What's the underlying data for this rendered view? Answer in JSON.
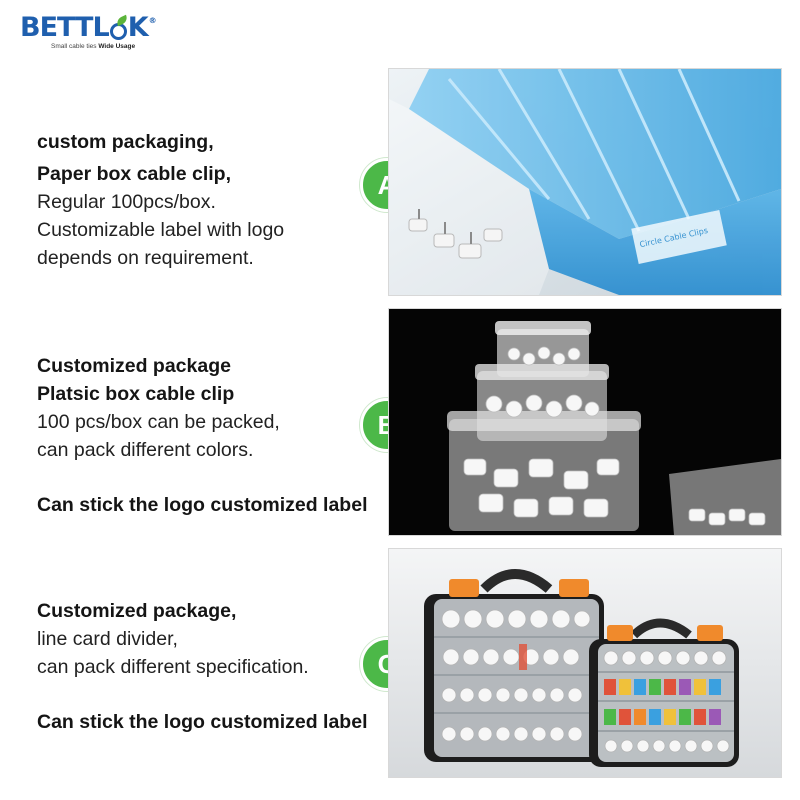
{
  "brand": {
    "name_pre": "BETTL",
    "name_post": "K",
    "registered": "®",
    "tagline_plain": "Small cable ties ",
    "tagline_bold": "Wide Usage"
  },
  "sections": [
    {
      "badge": "A",
      "lines": [
        {
          "text": "custom packaging,",
          "bold": true
        },
        {
          "text": "Paper box cable clip,",
          "bold": true
        },
        {
          "text": "Regular 100pcs/box.",
          "bold": false
        },
        {
          "text": "Customizable label with logo",
          "bold": false
        },
        {
          "text": "depends on requirement.",
          "bold": false
        }
      ],
      "photo_alt": "Stack of blue paper boxes of circle cable clips"
    },
    {
      "badge": "B",
      "lines": [
        {
          "text": "Customized package",
          "bold": true
        },
        {
          "text": "Platsic box cable clip",
          "bold": true
        },
        {
          "text": "100 pcs/box can be packed,",
          "bold": false
        },
        {
          "text": "can pack different colors.",
          "bold": false
        }
      ],
      "extra": "Can stick the logo customized label",
      "photo_alt": "Clear plastic boxes filled with white cable clips"
    },
    {
      "badge": "C",
      "lines": [
        {
          "text": "Customized package,",
          "bold": true
        },
        {
          "text": "line card divider,",
          "bold": false
        },
        {
          "text": "can pack different specification.",
          "bold": false
        }
      ],
      "extra": "Can stick the logo customized label",
      "photo_alt": "Two clear divider cases with orange latches filled with assorted clips"
    }
  ],
  "colors": {
    "brand_blue": "#1f5fae",
    "brand_green": "#5bb43a",
    "badge_green": "#4cb848"
  },
  "box_label": "Circle Cable Clips"
}
